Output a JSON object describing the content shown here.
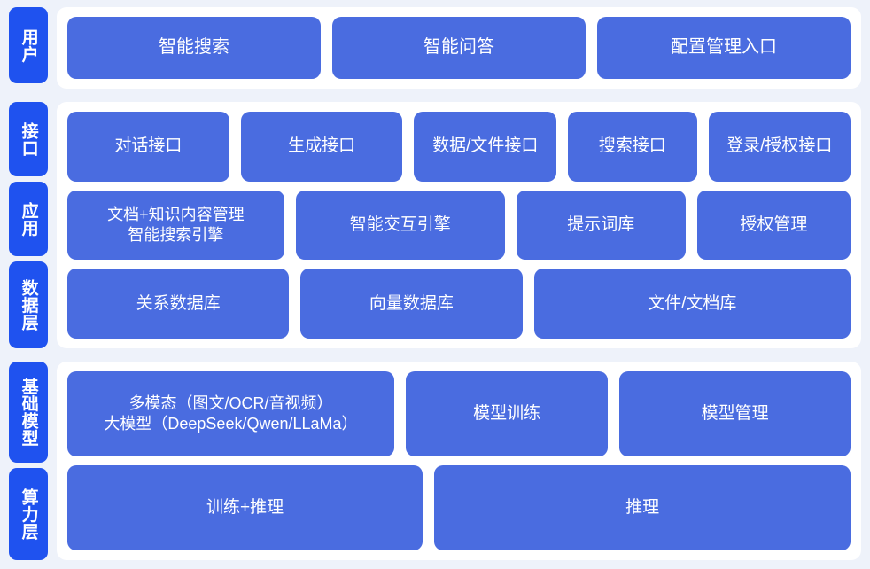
{
  "palette": {
    "background": "#eef2fa",
    "panel": "#ffffff",
    "tag_blue": "#1f52ef",
    "card_blue": "#4a6ce0",
    "text_on_blue": "#ffffff"
  },
  "diagram": {
    "type": "layered-architecture",
    "bands": [
      {
        "id": "user-band",
        "tags": [
          "用户"
        ],
        "rows": [
          {
            "id": "user-row",
            "cards": [
              "智能搜索",
              "智能问答",
              "配置管理入口"
            ]
          }
        ]
      },
      {
        "id": "middle-band",
        "tags": [
          "接口",
          "应用",
          "数据层"
        ],
        "rows": [
          {
            "id": "interface-row",
            "cards": [
              "对话接口",
              "生成接口",
              "数据/文件接口",
              "搜索接口",
              "登录/授权接口"
            ]
          },
          {
            "id": "application-row",
            "cards": [
              "文档+知识内容管理\n智能搜索引擎",
              "智能交互引擎",
              "提示词库",
              "授权管理"
            ]
          },
          {
            "id": "data-row",
            "cards": [
              "关系数据库",
              "向量数据库",
              "文件/文档库"
            ]
          }
        ]
      },
      {
        "id": "base-band",
        "tags": [
          "基础模型",
          "算力层"
        ],
        "rows": [
          {
            "id": "model-row",
            "cards": [
              "多模态（图文/OCR/音视频）\n大模型（DeepSeek/Qwen/LLaMa）",
              "模型训练",
              "模型管理"
            ]
          },
          {
            "id": "compute-row",
            "cards": [
              "训练+推理",
              "推理"
            ]
          }
        ]
      }
    ]
  }
}
